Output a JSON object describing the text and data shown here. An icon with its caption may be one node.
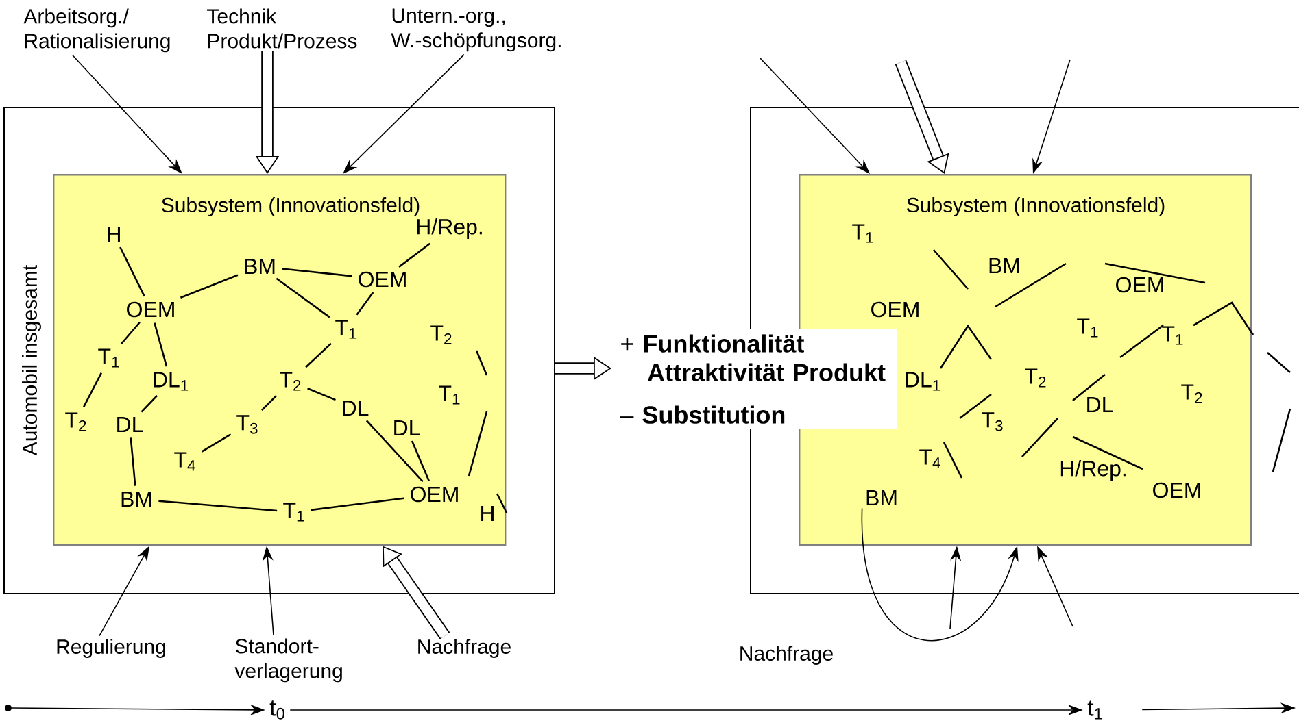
{
  "diagram": {
    "nodes": [
      {
        "text": [
          "Arbeitsorg./ Rationalisierung"
        ]
      },
      {
        "text": [
          "Technik Produkt/Prozess"
        ]
      },
      {
        "text": [
          "Untern.-org., W.-schöpfungsorg."
        ]
      },
      {
        "text": [
          "Automobil insgesamt"
        ]
      },
      {
        "text": [
          "Subsystem (Innovationsfeld)"
        ],
        "in": 3
      },
      {
        "text": [
          "H"
        ],
        "in": 4
      },
      {
        "text": [
          "H/Rep."
        ],
        "in": 4
      },
      {
        "text": [
          "BM"
        ],
        "in": 4
      },
      {
        "text": [
          "OEM"
        ],
        "in": 4
      },
      {
        "text": [
          "OEM"
        ],
        "in": 4
      },
      {
        "text": [
          "T$_{1}$"
        ],
        "in": 4
      },
      {
        "text": [
          "T$_{2}$"
        ],
        "in": 4
      },
      {
        "text": [
          "T$_{1}$"
        ],
        "in": 4
      },
      {
        "text": [
          "DL$_{1}$"
        ],
        "in": 4
      },
      {
        "text": [
          "T$_{2}$"
        ],
        "in": 4
      },
      {
        "text": [
          "T$_{1}$"
        ],
        "in": 4
      },
      {
        "text": [
          "DL"
        ],
        "in": 4
      },
      {
        "text": [
          "T$_{2}$"
        ],
        "in": 4
      },
      {
        "text": [
          "DL"
        ],
        "in": 4
      },
      {
        "text": [
          "T$_{3}$"
        ],
        "in": 4
      },
      {
        "text": [
          "DL"
        ],
        "in": 4
      },
      {
        "text": [
          "T$_{4}$"
        ],
        "in": 4
      },
      {
        "text": [
          "BM"
        ],
        "in": 4
      },
      {
        "text": [
          "OEM"
        ],
        "in": 4
      },
      {
        "text": [
          "T$_{1}$"
        ],
        "in": 4
      },
      {
        "text": [
          "H"
        ],
        "in": 4
      },
      {
        "text": [],
        "shape": "box"
      },
      {
        "text": [
          "Subsystem (Innovationsfeld)"
        ],
        "in": 26
      },
      {
        "text": [
          "T$_{1}$"
        ],
        "in": 27
      },
      {
        "text": [
          "BM"
        ],
        "in": 27
      },
      {
        "text": [
          "OEM"
        ],
        "in": 27
      },
      {
        "text": [
          "OEM"
        ],
        "in": 27
      },
      {
        "text": [
          "T$_{1}$"
        ],
        "in": 27
      },
      {
        "text": [
          "T$_{1}$"
        ],
        "in": 27
      },
      {
        "text": [
          "T$_{2}$"
        ],
        "in": 27
      },
      {
        "text": [
          "DL$_{1}$"
        ],
        "in": 27
      },
      {
        "text": [
          "T$_{2}$"
        ],
        "in": 27
      },
      {
        "text": [
          "DL"
        ],
        "in": 27
      },
      {
        "text": [
          "T$_{3}$"
        ],
        "in": 27
      },
      {
        "text": [
          "T$_{4}$"
        ],
        "in": 27
      },
      {
        "text": [
          "H/Rep."
        ],
        "in": 27
      },
      {
        "text": [
          "OEM"
        ],
        "in": 27
      },
      {
        "text": [
          "BM"
        ],
        "in": 27
      },
      {
        "text": [
          "+ **Funktionalität Attraktivität Produkt**",
          "– **Substitution**"
        ]
      },
      {
        "text": [
          "Regulierung"
        ]
      },
      {
        "text": [
          "Standort- verlagerung"
        ]
      },
      {
        "text": [
          "Nachfrage"
        ]
      },
      {
        "text": [],
        "shape": "circle"
      },
      {
        "text": [
          "t$_{0}$"
        ]
      },
      {
        "text": [
          "t$_{1}$"
        ]
      }
    ],
    "edges": [
      {
        "from": 0,
        "to": 4,
        "arrow": "to"
      },
      {
        "from": 1,
        "to": 4,
        "arrow": "to",
        "style": "thick"
      },
      {
        "from": 2,
        "to": 4,
        "arrow": "to"
      },
      {
        "from": 44,
        "to": 4,
        "arrow": "to"
      },
      {
        "from": 45,
        "to": 4,
        "arrow": "to"
      },
      {
        "from": 46,
        "to": 4,
        "arrow": "to",
        "style": "thick"
      },
      {
        "from": 3,
        "to": 43,
        "arrow": "to",
        "style": "thick"
      },
      {
        "from": null,
        "to": 27,
        "arrow": "to"
      },
      {
        "from": null,
        "to": 27,
        "arrow": "to",
        "style": "thick"
      },
      {
        "from": null,
        "to": 27,
        "arrow": "to"
      },
      {
        "from": 42,
        "to": 27,
        "arrow": "to"
      },
      {
        "from": null,
        "to": 27,
        "arrow": "to"
      },
      {
        "from": null,
        "to": 27,
        "arrow": "to"
      },
      {
        "from": 47,
        "to": 48,
        "arrow": "to"
      },
      {
        "from": 48,
        "to": 49,
        "arrow": "to"
      },
      {
        "from": 49,
        "to": null,
        "arrow": "to"
      },
      {
        "from": 5,
        "to": 9,
        "arrow": "none"
      },
      {
        "from": 9,
        "to": 7,
        "arrow": "none"
      },
      {
        "from": 7,
        "to": 8,
        "arrow": "none"
      },
      {
        "from": 7,
        "to": 10,
        "arrow": "none"
      },
      {
        "from": 10,
        "to": 14,
        "arrow": "none"
      },
      {
        "from": 6,
        "to": 8,
        "arrow": "none"
      },
      {
        "from": 8,
        "to": 10,
        "arrow": "none"
      },
      {
        "from": 9,
        "to": 12,
        "arrow": "none"
      },
      {
        "from": 9,
        "to": 13,
        "arrow": "none"
      },
      {
        "from": 12,
        "to": 17,
        "arrow": "none"
      },
      {
        "from": 13,
        "to": 18,
        "arrow": "none"
      },
      {
        "from": 14,
        "to": 19,
        "arrow": "none"
      },
      {
        "from": 14,
        "to": 16,
        "arrow": "none"
      },
      {
        "from": 19,
        "to": 21,
        "arrow": "none"
      },
      {
        "from": 18,
        "to": 22,
        "arrow": "none"
      },
      {
        "from": 22,
        "to": 24,
        "arrow": "none"
      },
      {
        "from": 24,
        "to": 23,
        "arrow": "none"
      },
      {
        "from": 16,
        "to": 23,
        "arrow": "none"
      },
      {
        "from": 20,
        "to": 23,
        "arrow": "none"
      }
    ],
    "labels": [
      "Nachfrage"
    ]
  }
}
